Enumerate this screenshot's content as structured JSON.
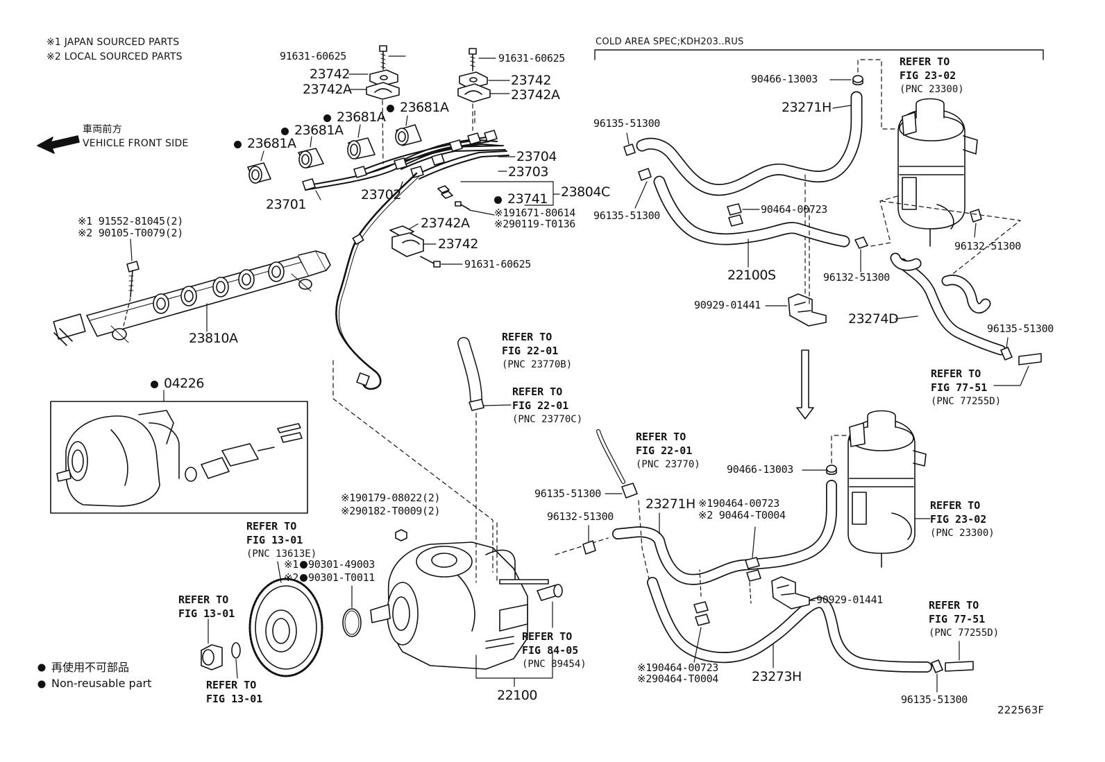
{
  "notes": {
    "japan": "※1 JAPAN SOURCED PARTS",
    "local": "※2 LOCAL SOURCED PARTS"
  },
  "vehicle_front": {
    "jp": "車両前方",
    "en": "VEHICLE FRONT SIDE"
  },
  "cold_area": "COLD AREA SPEC;KDH203..RUS",
  "legend": {
    "jp": "再使用不可部品",
    "en": "Non-reusable part"
  },
  "figure_id": "222563F",
  "parts": {
    "p91631_a": "91631-60625",
    "p91631_b": "91631-60625",
    "p91631_c": "91631-60625",
    "p23742_a": "23742",
    "p23742A_a": "23742A",
    "p23742_b": "23742",
    "p23742A_b": "23742A",
    "p23742A_c": "23742A",
    "p23742_c": "23742",
    "p23681A_1": "23681A",
    "p23681A_2": "23681A",
    "p23681A_3": "23681A",
    "p23681A_4": "23681A",
    "p23704": "23704",
    "p23703": "23703",
    "p23804C": "23804C",
    "p23741": "23741",
    "p23701": "23701",
    "p23702": "23702",
    "p91671": "※191671-80614",
    "p90119": "※290119-T0136",
    "p91552": "※1 91552-81045(2)",
    "p90105": "※2 90105-T0079(2)",
    "p23810A": "23810A",
    "p04226": "04226",
    "p90466_a": "90466-13003",
    "p23271H_a": "23271H",
    "p96135_a": "96135-51300",
    "p96135_b": "96135-51300",
    "p90464_a": "90464-00723",
    "p22100S": "22100S",
    "p96132_a": "96132-51300",
    "p96132_b": "96132-51300",
    "p90929_a": "90929-01441",
    "p23274D": "23274D",
    "p96135_c": "96135-51300",
    "p90466_b": "90466-13003",
    "p96135_d": "96135-51300",
    "p23271H_b": "23271H",
    "p90464_b1": "※190464-00723",
    "p90464_b2": "※2 90464-T0004",
    "p96132_c": "96132-51300",
    "p90929_b": "90929-01441",
    "p90464_c1": "※190464-00723",
    "p90464_c2": "※290464-T0004",
    "p23273H": "23273H",
    "p96135_e": "96135-51300",
    "p90179": "※190179-08022(2)",
    "p90182": "※290182-T0009(2)",
    "p90301_a": "※1",
    "p90301_a_num": "90301-49003",
    "p90301_b": "※2",
    "p90301_b_num": "90301-T0011",
    "p22100": "22100"
  },
  "refs": {
    "r_22_01_a": {
      "l1": "REFER TO",
      "l2": "FIG 22-01",
      "l3": "(PNC 23770B)"
    },
    "r_22_01_b": {
      "l1": "REFER TO",
      "l2": "FIG 22-01",
      "l3": "(PNC 23770C)"
    },
    "r_22_01_c": {
      "l1": "REFER TO",
      "l2": "FIG 22-01",
      "l3": "(PNC 23770)"
    },
    "r_23_02_a": {
      "l1": "REFER TO",
      "l2": "FIG 23-02",
      "l3": "(PNC 23300)"
    },
    "r_23_02_b": {
      "l1": "REFER TO",
      "l2": "FIG 23-02",
      "l3": "(PNC 23300)"
    },
    "r_77_51_a": {
      "l1": "REFER TO",
      "l2": "FIG 77-51",
      "l3": "(PNC 77255D)"
    },
    "r_77_51_b": {
      "l1": "REFER TO",
      "l2": "FIG 77-51",
      "l3": "(PNC 77255D)"
    },
    "r_13_01_a": {
      "l1": "REFER TO",
      "l2": "FIG 13-01",
      "l3": "(PNC 13613E)"
    },
    "r_13_01_b": {
      "l1": "REFER TO",
      "l2": "FIG 13-01"
    },
    "r_13_01_c": {
      "l1": "REFER TO",
      "l2": "FIG 13-01"
    },
    "r_84_05": {
      "l1": "REFER TO",
      "l2": "FIG 84-05",
      "l3": "(PNC 89454)"
    }
  }
}
